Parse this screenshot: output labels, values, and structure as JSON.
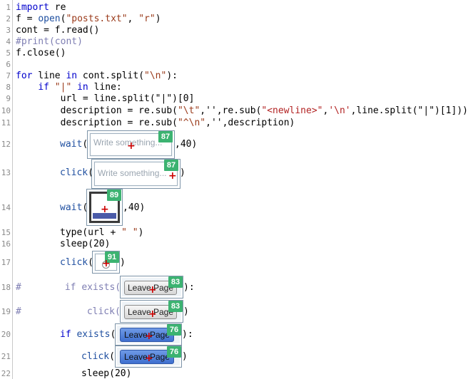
{
  "line_numbers": [
    "1",
    "2",
    "3",
    "4",
    "5",
    "6",
    "7",
    "8",
    "9",
    "10",
    "11",
    "12",
    "13",
    "14",
    "15",
    "16",
    "17",
    "18",
    "19",
    "20",
    "21",
    "22"
  ],
  "code": {
    "l1": {
      "kw": "import",
      "rest": " re"
    },
    "l2": {
      "pre": "f = ",
      "fn": "open",
      "p1": "(",
      "s1": "\"posts.txt\"",
      "p2": ", ",
      "s2": "\"r\"",
      "p3": ")"
    },
    "l3": "cont = f.read()",
    "l4": "#print(cont)",
    "l5": "f.close()",
    "l7": {
      "kw1": "for",
      "a": " line ",
      "kw2": "in",
      "b": " cont.split(",
      "s": "\"\\n\"",
      "c": "):"
    },
    "l8": {
      "indent": "    ",
      "kw1": "if",
      "a": " ",
      "s": "\"|\"",
      "b": " ",
      "kw2": "in",
      "c": " line:"
    },
    "l9": "        url = line.split(\"|\")[0]",
    "l10": {
      "a": "        description = re.sub(",
      "s1": "\"\\t\"",
      "b": ",'',re.sub(",
      "s2": "\"<newline>\"",
      "c": ",",
      "s3": "'\\n'",
      "d": ",line.split(\"|\")[1]))"
    },
    "l11": {
      "a": "        description = re.sub(",
      "s1": "\"^\\n\"",
      "b": ",'',description)"
    },
    "l12": {
      "fn": "wait",
      "p": "(",
      "after": ",40)"
    },
    "l13": {
      "fn": "click",
      "p": "(",
      "after": ")"
    },
    "l14": {
      "fn": "wait",
      "p": "(",
      "after": ",40)"
    },
    "l15": {
      "a": "type(url + ",
      "s": "\" \"",
      "b": ")"
    },
    "l16": "sleep(20)",
    "l17": {
      "fn": "click",
      "p": "(",
      "after": ")"
    },
    "l18": {
      "hash": "#",
      "kw": "if",
      "fn": "exists",
      "p": "(",
      "after": "):"
    },
    "l19": {
      "hash": "#",
      "fn": "click",
      "p": "(",
      "after": ")"
    },
    "l20": {
      "kw": "if",
      "fn": "exists",
      "p": "(",
      "after": "):"
    },
    "l21": {
      "fn": "click",
      "p": "(",
      "after": ")"
    },
    "l22": "sleep(20)"
  },
  "thumbs": {
    "t12": {
      "score": "87",
      "placeholder": "Write something..."
    },
    "t13": {
      "score": "87",
      "placeholder": "Write something..."
    },
    "t14": {
      "score": "89"
    },
    "t17": {
      "score": "91"
    },
    "t18": {
      "score": "83",
      "button": "Leave Page"
    },
    "t19": {
      "score": "83",
      "button": "Leave Page"
    },
    "t20": {
      "score": "76",
      "button": "Leave Page"
    },
    "t21": {
      "score": "76",
      "button": "Leave Page"
    }
  },
  "target_glyph": "+",
  "colors": {
    "badge": "#3cb371",
    "keyword": "#0000cc",
    "string": "#9a3a1a",
    "comment": "#7f7fb3",
    "target": "#cc0000"
  }
}
